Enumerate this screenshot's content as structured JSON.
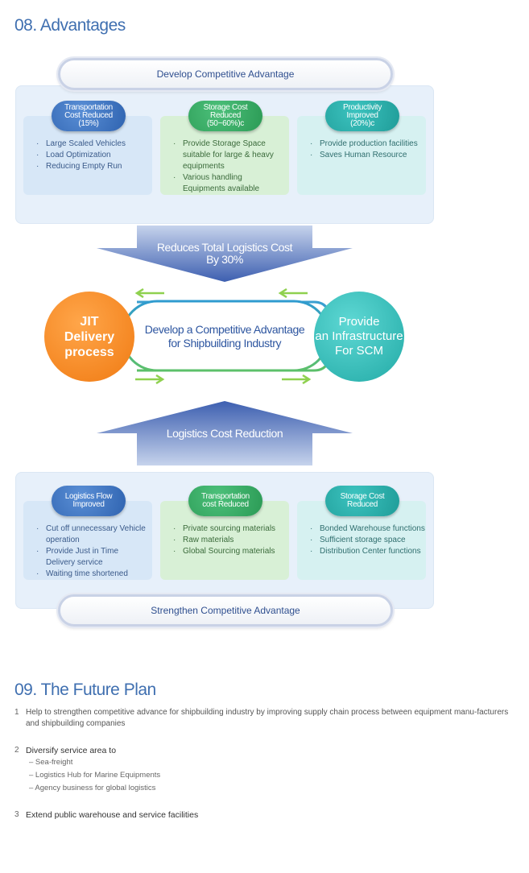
{
  "advantages": {
    "title": "08. Advantages",
    "top_pill": "Develop Competitive Advantage",
    "top_boxes": [
      {
        "badge": [
          "Transportation",
          "Cost Reduced",
          "(15%)"
        ],
        "items": [
          "Large Scaled Vehicles",
          "Load Optimization",
          "Reducing Empty Run"
        ]
      },
      {
        "badge": [
          "Storage Cost",
          "Reduced",
          "(50~60%)c"
        ],
        "items": [
          "Provide Storage Space suitable for large & heavy equipments",
          "Various handling Equipments available"
        ]
      },
      {
        "badge": [
          "Productivity",
          "Improved",
          "(20%)c"
        ],
        "items": [
          "Provide production facilities",
          "Saves Human Resource"
        ]
      }
    ],
    "down_arrow": [
      "Reduces Total Logistics Cost",
      "By 30%"
    ],
    "left_circle": [
      "JIT",
      "Delivery",
      "process"
    ],
    "center": [
      "Develop a Competitive Advantage",
      "for Shipbuilding Industry"
    ],
    "right_circle": [
      "Provide",
      "an Infrastructure",
      "For SCM"
    ],
    "up_arrow": "Logistics Cost Reduction",
    "bottom_boxes": [
      {
        "badge": [
          "Logistics Flow",
          "Improved"
        ],
        "items": [
          "Cut off unnecessary Vehicle operation",
          "Provide Just in Time Delivery service",
          "Waiting time shortened"
        ]
      },
      {
        "badge": [
          "Transportation",
          "cost Reduced"
        ],
        "items": [
          "Private sourcing materials",
          "Raw materials",
          "Global Sourcing materials"
        ]
      },
      {
        "badge": [
          "Storage Cost",
          "Reduced"
        ],
        "items": [
          "Bonded Warehouse functions",
          "Sufficient storage space",
          "Distribution Center functions"
        ]
      }
    ],
    "bottom_pill": "Strengthen Competitive Advantage"
  },
  "future_plan": {
    "title": "09. The Future Plan",
    "items": [
      {
        "num": "1",
        "text": "Help to strengthen competitive advance for shipbuilding industry by improving supply chain process between equipment manu-facturers and shipbuilding companies"
      },
      {
        "num": "2",
        "text": "Diversify service area to",
        "subs": [
          "– Sea-freight",
          "– Logistics Hub for Marine Equipments",
          "– Agency business for global logistics"
        ]
      },
      {
        "num": "3",
        "text": "Extend public warehouse and service facilities"
      }
    ]
  },
  "colors": {
    "accent_blue": "#3f6fb0",
    "orange": "#f07a12",
    "teal": "#22aaa6",
    "green": "#2b9a55",
    "arrow_green": "#8fd14f"
  }
}
